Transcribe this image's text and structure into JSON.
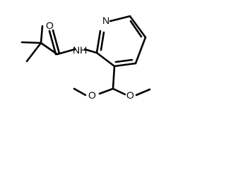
{
  "molecule": {
    "atoms": {
      "O_carbonyl": "O",
      "N_ring": "N",
      "NH": "NH",
      "O_methoxy_left": "O",
      "O_methoxy_right": "O"
    }
  },
  "colors": {
    "background": "#ffffff",
    "ink": "#000000"
  }
}
